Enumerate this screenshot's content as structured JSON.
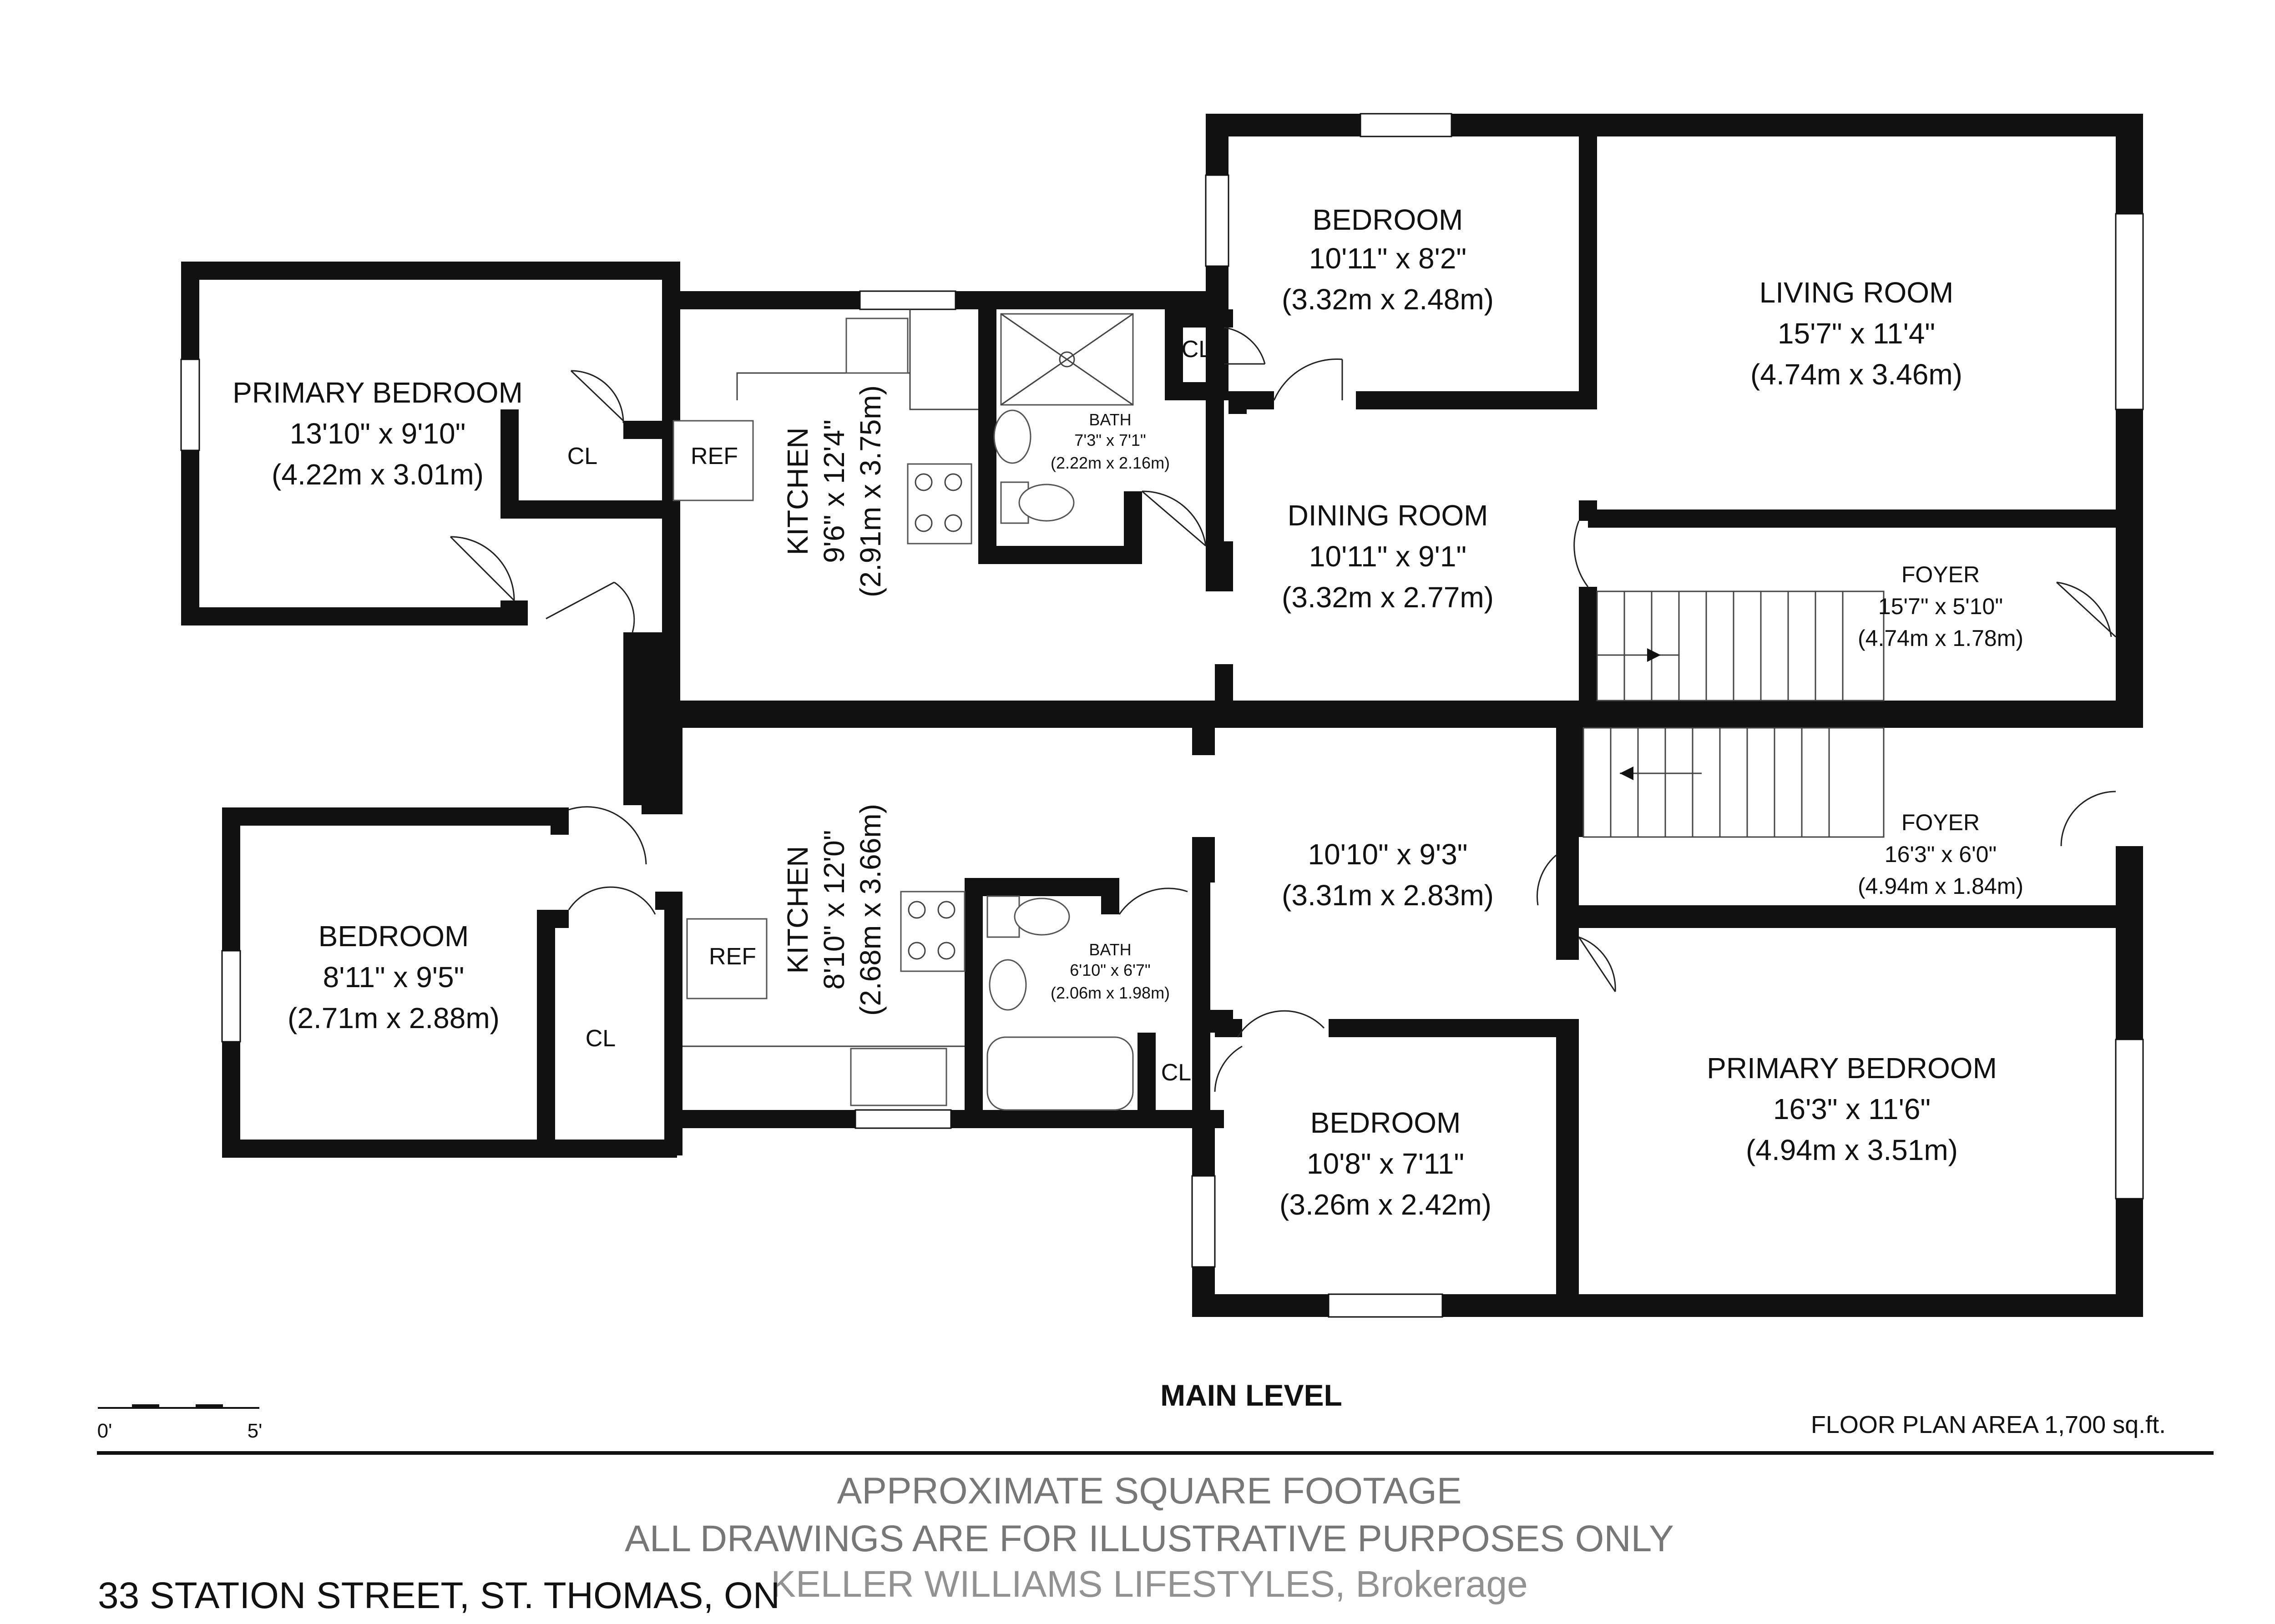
{
  "rooms_upper": {
    "primary_bedroom": {
      "name": "PRIMARY BEDROOM",
      "imperial": "13'10\" x 9'10\"",
      "metric": "(4.22m x 3.01m)"
    },
    "cl_primary": "CL",
    "ref": "REF",
    "kitchen": {
      "name": "KITCHEN",
      "imperial": "9'6\" x 12'4\"",
      "metric": "(2.91m x 3.75m)"
    },
    "bath": {
      "name": "BATH",
      "imperial": "7'3\" x 7'1\"",
      "metric": "(2.22m x 2.16m)"
    },
    "cl_bath": "CL",
    "bedroom": {
      "name": "BEDROOM",
      "imperial": "10'11\" x 8'2\"",
      "metric": "(3.32m x 2.48m)"
    },
    "living_room": {
      "name": "LIVING ROOM",
      "imperial": "15'7\" x 11'4\"",
      "metric": "(4.74m x 3.46m)"
    },
    "dining_room": {
      "name": "DINING ROOM",
      "imperial": "10'11\" x 9'1\"",
      "metric": "(3.32m x 2.77m)"
    },
    "foyer": {
      "name": "FOYER",
      "imperial": "15'7\" x 5'10\"",
      "metric": "(4.74m x 1.78m)"
    }
  },
  "rooms_lower": {
    "bedroom_left": {
      "name": "BEDROOM",
      "imperial": "8'11\" x 9'5\"",
      "metric": "(2.71m x 2.88m)"
    },
    "cl_left": "CL",
    "ref": "REF",
    "kitchen": {
      "name": "KITCHEN",
      "imperial": "8'10\" x 12'0\"",
      "metric": "(2.68m x 3.66m)"
    },
    "bath": {
      "name": "BATH",
      "imperial": "6'10\" x 6'7\"",
      "metric": "(2.06m x 1.98m)"
    },
    "cl_bath": "CL",
    "living_area": {
      "imperial": "10'10\" x 9'3\"",
      "metric": "(3.31m x 2.83m)"
    },
    "foyer": {
      "name": "FOYER",
      "imperial": "16'3\" x 6'0\"",
      "metric": "(4.94m x 1.84m)"
    },
    "bedroom": {
      "name": "BEDROOM",
      "imperial": "10'8\" x 7'11\"",
      "metric": "(3.26m x 2.42m)"
    },
    "primary_bedroom": {
      "name": "PRIMARY BEDROOM",
      "imperial": "16'3\" x 11'6\"",
      "metric": "(4.94m x 3.51m)"
    }
  },
  "scale": {
    "start": "0'",
    "end": "5'"
  },
  "level_title": "MAIN LEVEL",
  "floor_area": "FLOOR PLAN AREA 1,700 sq.ft.",
  "disclaimer": [
    "APPROXIMATE SQUARE FOOTAGE",
    "ALL DRAWINGS ARE FOR ILLUSTRATIVE PURPOSES ONLY"
  ],
  "address": "33 STATION STREET, ST. THOMAS, ON",
  "brokerage": "KELLER WILLIAMS LIFESTYLES, Brokerage"
}
